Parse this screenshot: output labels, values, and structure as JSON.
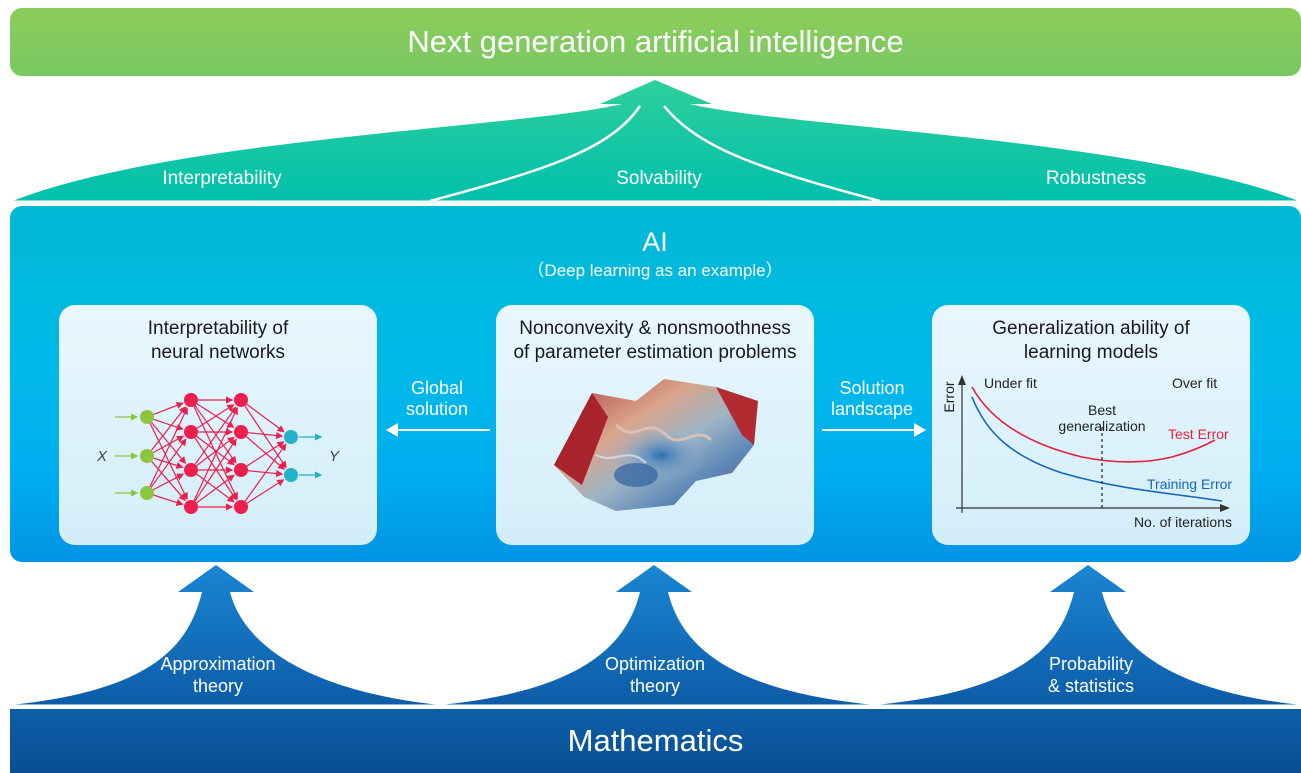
{
  "top_banner": "Next generation artificial intelligence",
  "properties": [
    "Interpretability",
    "Solvability",
    "Robustness"
  ],
  "ai": {
    "title": "AI",
    "subtitle": "（Deep learning as an example）"
  },
  "cards": {
    "left": {
      "title_line1": "Interpretability of",
      "title_line2": "neural networks",
      "input_label": "X",
      "output_label": "Y"
    },
    "middle": {
      "title_line1": "Nonconvexity & nonsmoothness",
      "title_line2": "of parameter estimation problems"
    },
    "right": {
      "title_line1": "Generalization ability of",
      "title_line2": "learning models"
    }
  },
  "connectors": {
    "left": {
      "line1": "Global",
      "line2": "solution"
    },
    "right": {
      "line1": "Solution",
      "line2": "landscape"
    }
  },
  "chart": {
    "ylabel": "Error",
    "xlabel": "No. of iterations",
    "under_fit": "Under fit",
    "over_fit": "Over fit",
    "best_line1": "Best",
    "best_line2": "generalization",
    "test_error": "Test Error",
    "training_error": "Training Error"
  },
  "foundations": [
    {
      "line1": "Approximation",
      "line2": "theory"
    },
    {
      "line1": "Optimization",
      "line2": "theory"
    },
    {
      "line1": "Probability",
      "line2": "& statistics"
    }
  ],
  "bottom_banner": "Mathematics",
  "colors": {
    "green": "#7cc95f",
    "teal": "#00c3a8",
    "cyan_panel": "#00b9e9",
    "navy": "#0a4e96",
    "test_error_red": "#e8203a",
    "training_error_blue": "#1565c0",
    "node_green": "#8cc63f",
    "node_pink": "#ec1f4f",
    "node_cyan": "#23b3c8"
  }
}
